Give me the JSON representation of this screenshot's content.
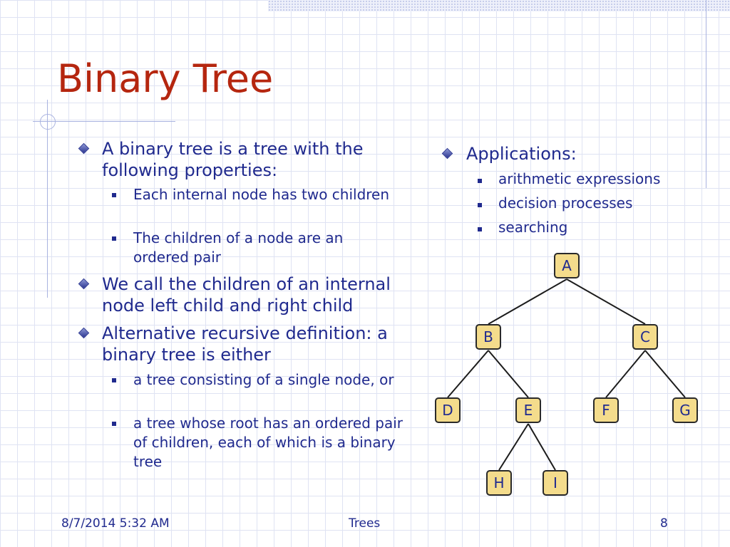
{
  "slide": {
    "title": "Binary Tree",
    "left": {
      "b1": "A binary tree is a tree with the following properties:",
      "b1_s1": "Each internal node has two children",
      "b1_s2": "The children of a node are an ordered pair",
      "b2": "We call the children of an internal node left child and right child",
      "b3": "Alternative recursive definition: a binary tree is either",
      "b3_s1": "a tree consisting of a single node, or",
      "b3_s2": "a tree whose root has an ordered pair of children, each of which is a binary tree"
    },
    "right": {
      "heading": "Applications:",
      "items": [
        "arithmetic expressions",
        "decision processes",
        "searching"
      ]
    },
    "tree": {
      "nodes": {
        "a": "A",
        "b": "B",
        "c": "C",
        "d": "D",
        "e": "E",
        "f": "F",
        "g": "G",
        "h": "H",
        "i": "I"
      },
      "node_fill": "#f4dc8c"
    },
    "colors": {
      "title": "#b5260f",
      "text": "#202a8e"
    }
  },
  "footer": {
    "date": "8/7/2014 5:32 AM",
    "topic": "Trees",
    "page": "8"
  }
}
